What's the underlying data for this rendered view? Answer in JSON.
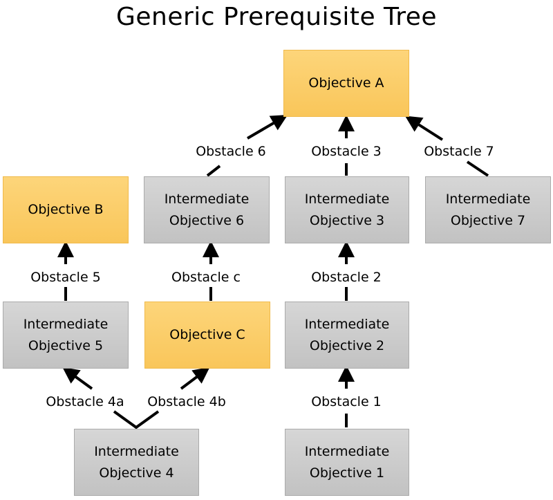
{
  "title": "Generic Prerequisite Tree",
  "nodes": {
    "objA": {
      "label": "Objective A",
      "kind": "objective"
    },
    "objB": {
      "label": "Objective B",
      "kind": "objective"
    },
    "objC": {
      "label": "Objective C",
      "kind": "objective"
    },
    "int1": {
      "label": "Intermediate\nObjective 1",
      "kind": "intermediate"
    },
    "int2": {
      "label": "Intermediate\nObjective 2",
      "kind": "intermediate"
    },
    "int3": {
      "label": "Intermediate\nObjective 3",
      "kind": "intermediate"
    },
    "int4": {
      "label": "Intermediate\nObjective 4",
      "kind": "intermediate"
    },
    "int5": {
      "label": "Intermediate\nObjective 5",
      "kind": "intermediate"
    },
    "int6": {
      "label": "Intermediate\nObjective 6",
      "kind": "intermediate"
    },
    "int7": {
      "label": "Intermediate\nObjective 7",
      "kind": "intermediate"
    }
  },
  "edges": [
    {
      "from": "int6",
      "to": "objA",
      "label": "Obstacle 6"
    },
    {
      "from": "int3",
      "to": "objA",
      "label": "Obstacle 3"
    },
    {
      "from": "int7",
      "to": "objA",
      "label": "Obstacle 7"
    },
    {
      "from": "int5",
      "to": "objB",
      "label": "Obstacle 5"
    },
    {
      "from": "objC",
      "to": "int6",
      "label": "Obstacle c"
    },
    {
      "from": "int2",
      "to": "int3",
      "label": "Obstacle 2"
    },
    {
      "from": "int4",
      "to": "int5",
      "label": "Obstacle 4a"
    },
    {
      "from": "int4",
      "to": "objC",
      "label": "Obstacle 4b"
    },
    {
      "from": "int1",
      "to": "int2",
      "label": "Obstacle 1"
    }
  ],
  "colors": {
    "objective": "#fdd57a",
    "intermediate": "#cccccc",
    "arrow": "#000000"
  }
}
